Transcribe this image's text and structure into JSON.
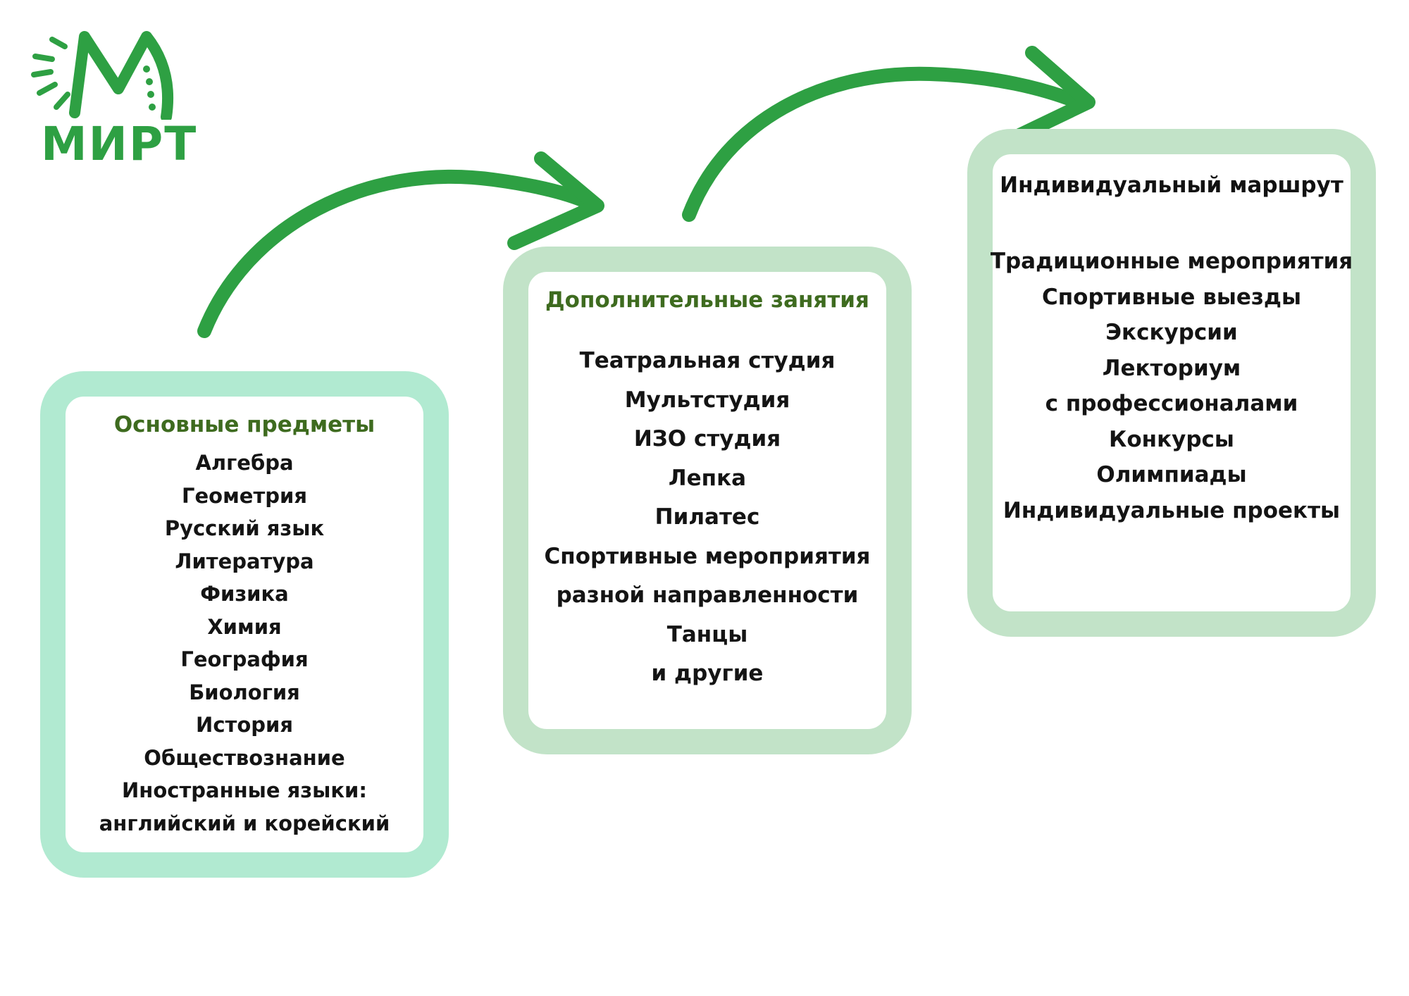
{
  "logo": {
    "text": "МИРТ",
    "color": "#2ea043"
  },
  "colors": {
    "arrow": "#2ea043",
    "box_mint": "#b1ead1",
    "box_sage": "#c2e3c8",
    "title_green": "#3e6b1f"
  },
  "boxes": [
    {
      "title": "Основные предметы",
      "items": [
        "Алгебра",
        "Геометрия",
        "Русский язык",
        "Литература",
        "Физика",
        "Химия",
        "География",
        "Биология",
        "История",
        "Обществознание",
        "Иностранные языки:",
        "английский и корейский"
      ]
    },
    {
      "title": "Дополнительные занятия",
      "items": [
        "Театральная студия",
        "Мультстудия",
        "ИЗО студия",
        "Лепка",
        "Пилатес",
        "Спортивные мероприятия",
        "разной направленности",
        "Танцы",
        "и другие"
      ]
    },
    {
      "title": "Индивидуальный маршрут",
      "items": [
        "Традиционные мероприятия",
        "Спортивные выезды",
        "Экскурсии",
        "Лекториум",
        "с профессионалами",
        "Конкурсы",
        "Олимпиады",
        "Индивидуальные проекты"
      ]
    }
  ]
}
